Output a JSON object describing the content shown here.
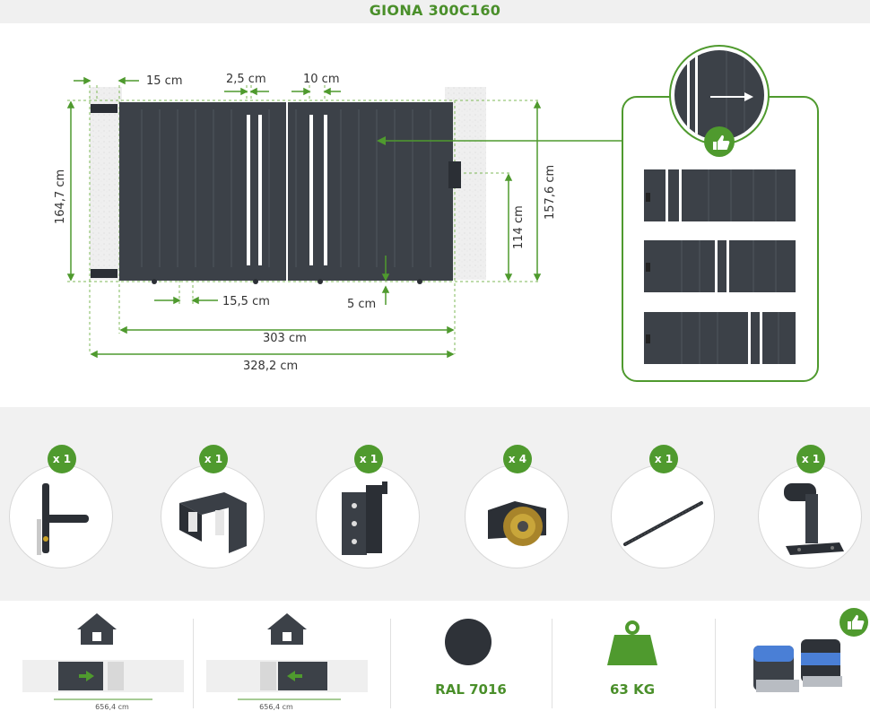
{
  "title": "GIONA 300C160",
  "dimensions": {
    "post_width": "15 cm",
    "frame_gap": "2,5 cm",
    "leaf_gap": "10 cm",
    "total_height": "164,7 cm",
    "gate_height": "157,6 cm",
    "handle_height": "114 cm",
    "bottom_offset": "15,5 cm",
    "ground_clearance": "5 cm",
    "gate_width": "303 cm",
    "total_width": "328,2 cm"
  },
  "accessories": [
    {
      "name": "handle",
      "qty": "x 1",
      "icon": "gate-handle-icon"
    },
    {
      "name": "roller-guide",
      "qty": "x 1",
      "icon": "roller-guide-icon"
    },
    {
      "name": "lock-keeper",
      "qty": "x 1",
      "icon": "lock-keeper-icon"
    },
    {
      "name": "wheel",
      "qty": "x 4",
      "icon": "wheel-icon"
    },
    {
      "name": "rack",
      "qty": "x 1",
      "icon": "rack-icon"
    },
    {
      "name": "stopper",
      "qty": "x 1",
      "icon": "stopper-icon"
    }
  ],
  "bottom": {
    "left_opening_width": "656,4 cm",
    "right_opening_width": "656,4 cm",
    "color_code": "RAL 7016",
    "weight": "63 KG"
  },
  "colors": {
    "brand_green": "#4f9a2e",
    "gate_grey": "#3c4148"
  }
}
